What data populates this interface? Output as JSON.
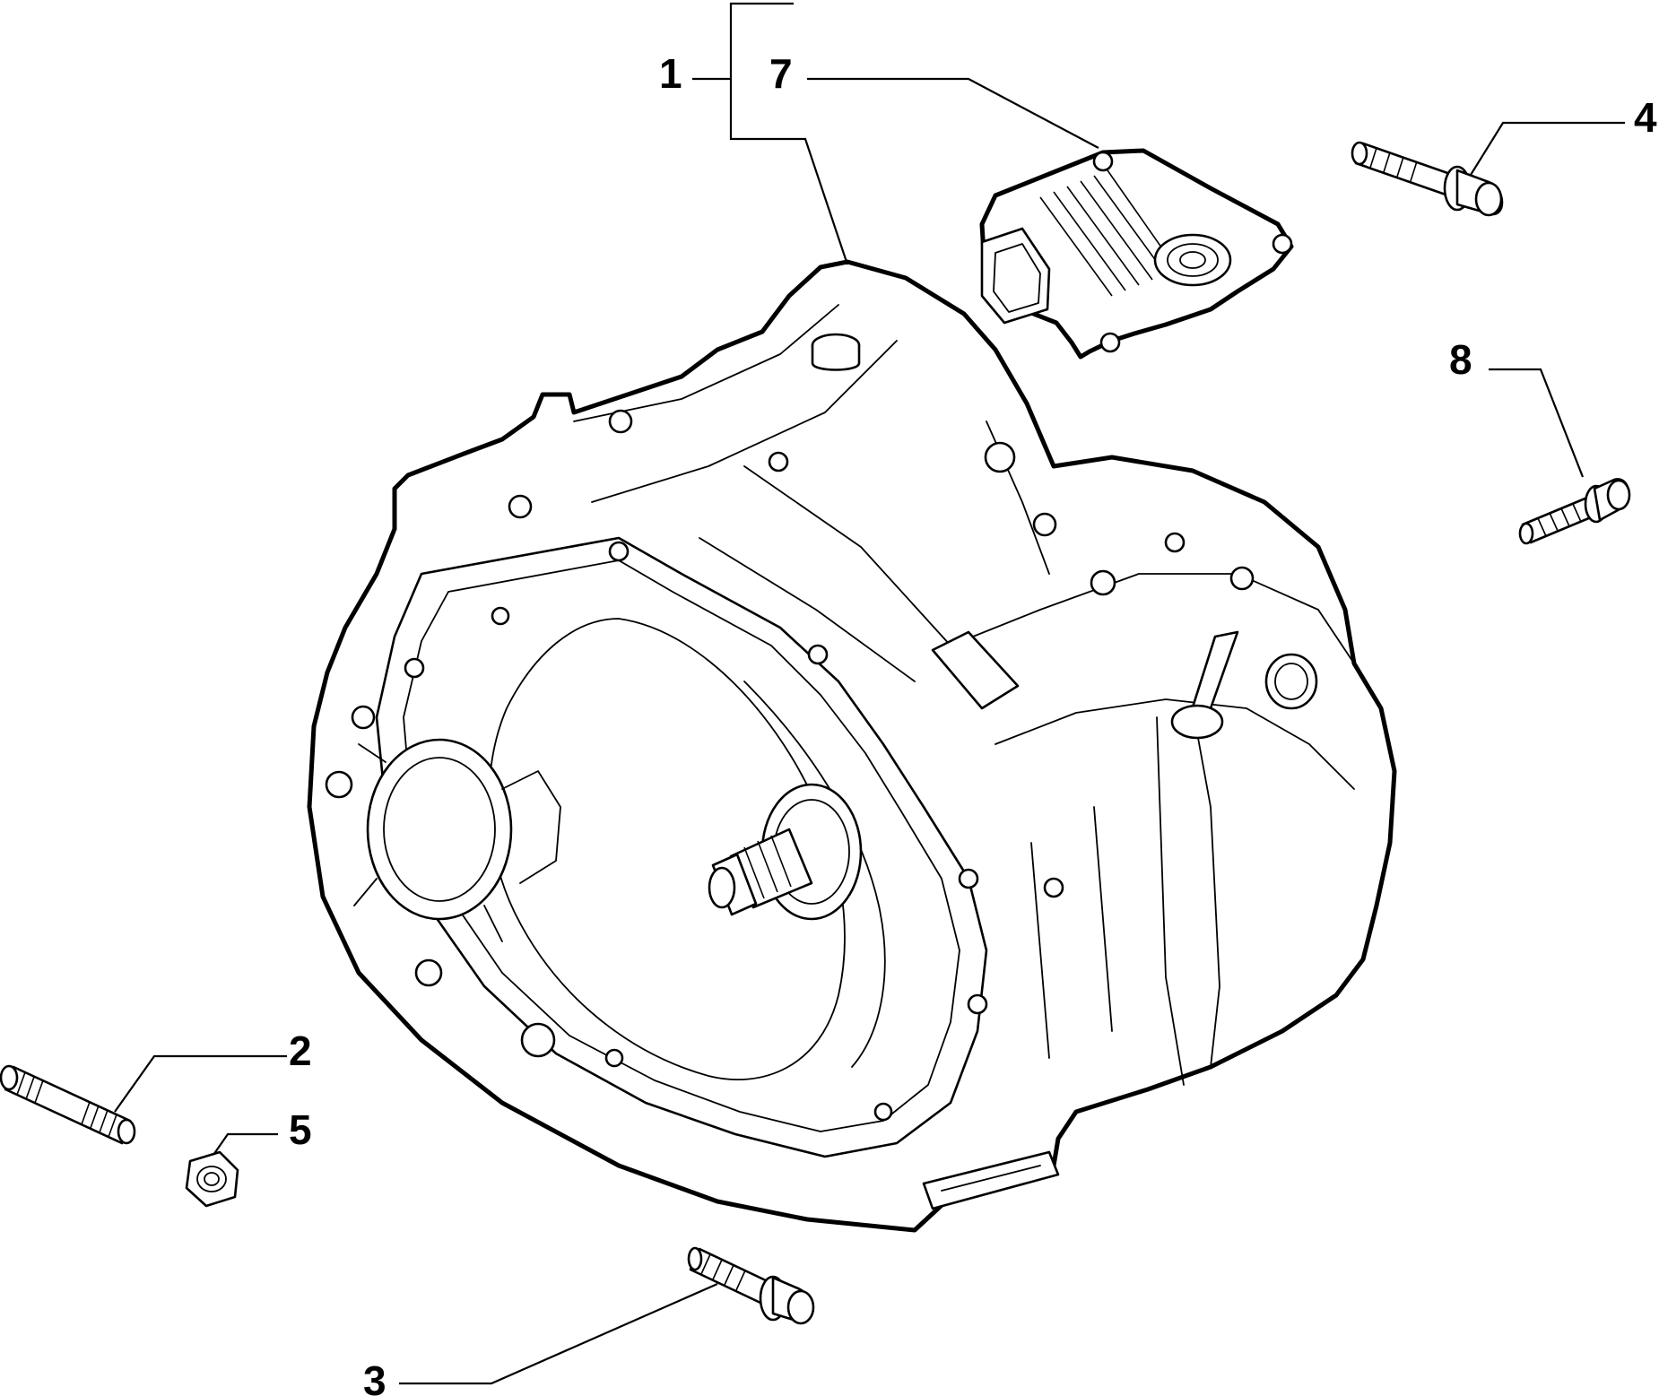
{
  "callouts": [
    {
      "id": "1",
      "label": "1",
      "part": "transmission-housing"
    },
    {
      "id": "7",
      "label": "7",
      "part": "gear-position-sensor"
    },
    {
      "id": "4",
      "label": "4",
      "part": "flange-bolt"
    },
    {
      "id": "8",
      "label": "8",
      "part": "flange-bolt"
    },
    {
      "id": "2",
      "label": "2",
      "part": "stud"
    },
    {
      "id": "5",
      "label": "5",
      "part": "nut"
    },
    {
      "id": "3",
      "label": "3",
      "part": "flange-bolt"
    }
  ],
  "colors": {
    "line": "#000000",
    "background": "#ffffff"
  }
}
